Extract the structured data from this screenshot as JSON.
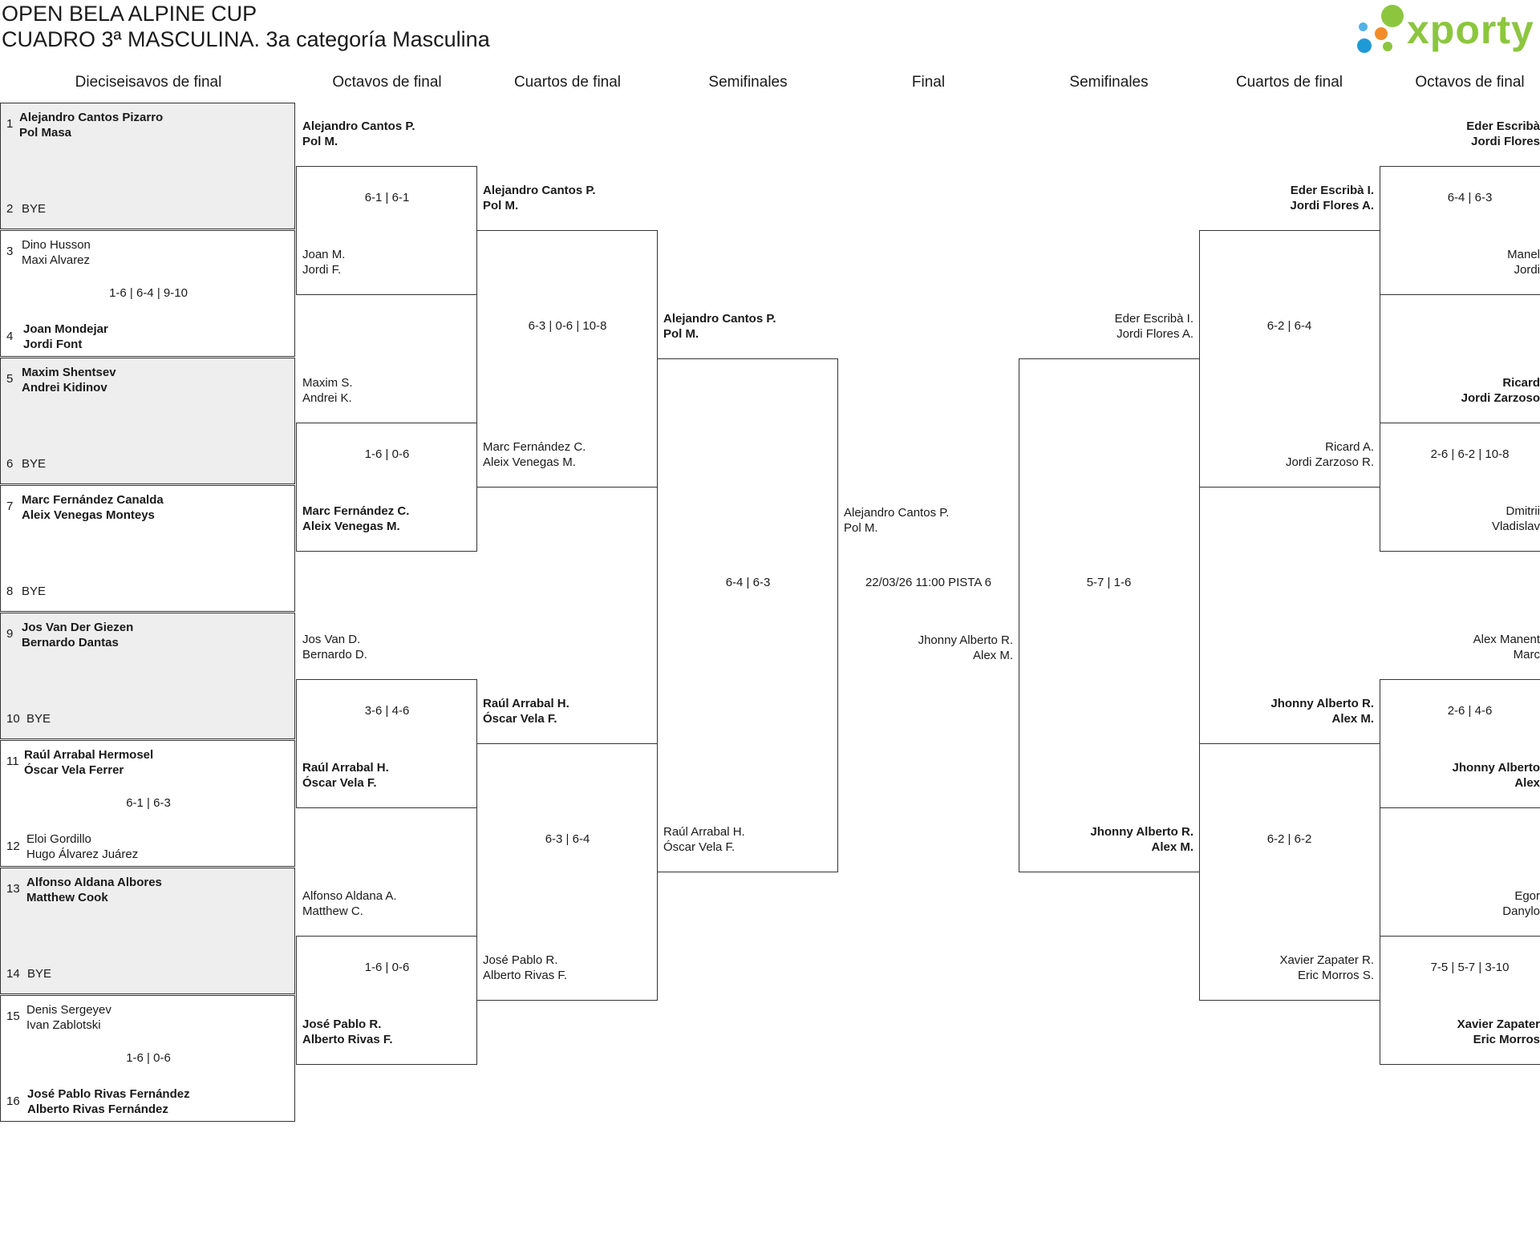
{
  "header": {
    "title_line1": "OPEN BELA ALPINE CUP",
    "title_line2": "CUADRO 3ª MASCULINA. 3a categoría Masculina",
    "logo_text": "xporty"
  },
  "columns": [
    "Dieciseisavos de final",
    "Octavos de final",
    "Cuartos de final",
    "Semifinales",
    "Final",
    "Semifinales",
    "Cuartos de final",
    "Octavos de final"
  ],
  "round1": [
    {
      "seed_a": "1",
      "team_a": [
        "Alejandro Cantos Pizarro",
        "Pol Masa"
      ],
      "seed_b": "2",
      "team_b": [
        "BYE",
        ""
      ],
      "score": ""
    },
    {
      "seed_a": "3",
      "team_a": [
        "Dino Husson",
        "Maxi Alvarez"
      ],
      "seed_b": "4",
      "team_b": [
        "Joan Mondejar",
        "Jordi Font"
      ],
      "score": "1-6 | 6-4 | 9-10"
    },
    {
      "seed_a": "5",
      "team_a": [
        "Maxim Shentsev",
        "Andrei Kidinov"
      ],
      "seed_b": "6",
      "team_b": [
        "BYE",
        ""
      ],
      "score": ""
    },
    {
      "seed_a": "7",
      "team_a": [
        "Marc Fernández Canalda",
        "Aleix Venegas Monteys"
      ],
      "seed_b": "8",
      "team_b": [
        "BYE",
        ""
      ],
      "score": ""
    },
    {
      "seed_a": "9",
      "team_a": [
        "Jos Van Der Giezen",
        "Bernardo Dantas"
      ],
      "seed_b": "10",
      "team_b": [
        "BYE",
        ""
      ],
      "score": ""
    },
    {
      "seed_a": "11",
      "team_a": [
        "Raúl Arrabal Hermosel",
        "Óscar Vela Ferrer"
      ],
      "seed_b": "12",
      "team_b": [
        "Eloi Gordillo",
        "Hugo Álvarez Juárez"
      ],
      "score": "6-1 | 6-3"
    },
    {
      "seed_a": "13",
      "team_a": [
        "Alfonso Aldana Albores",
        "Matthew Cook"
      ],
      "seed_b": "14",
      "team_b": [
        "BYE",
        ""
      ],
      "score": ""
    },
    {
      "seed_a": "15",
      "team_a": [
        "Denis Sergeyev",
        "Ivan Zablotski"
      ],
      "seed_b": "16",
      "team_b": [
        "José Pablo Rivas Fernández",
        "Alberto Rivas Fernández"
      ],
      "score": "1-6 | 0-6"
    }
  ],
  "left_octavos": [
    {
      "team_a": [
        "Alejandro Cantos P.",
        "Pol M."
      ],
      "team_b": [
        "Joan M.",
        "Jordi F."
      ],
      "score": "6-1 | 6-1"
    },
    {
      "team_a": [
        "Maxim S.",
        "Andrei K."
      ],
      "team_b": [
        "Marc Fernández C.",
        "Aleix Venegas M."
      ],
      "score": "1-6 | 0-6"
    },
    {
      "team_a": [
        "Jos Van D.",
        "Bernardo D."
      ],
      "team_b": [
        "Raúl Arrabal H.",
        "Óscar Vela F."
      ],
      "score": "3-6 | 4-6"
    },
    {
      "team_a": [
        "Alfonso Aldana A.",
        "Matthew C."
      ],
      "team_b": [
        "José Pablo R.",
        "Alberto Rivas F."
      ],
      "score": "1-6 | 0-6"
    }
  ],
  "left_cuartos": [
    {
      "team_a": [
        "Alejandro Cantos P.",
        "Pol M."
      ],
      "team_b": [
        "Marc Fernández C.",
        "Aleix Venegas M."
      ],
      "score": "6-3 | 0-6 | 10-8"
    },
    {
      "team_a": [
        "Raúl Arrabal H.",
        "Óscar Vela F."
      ],
      "team_b": [
        "José Pablo R.",
        "Alberto Rivas F."
      ],
      "score": "6-3 | 6-4"
    }
  ],
  "left_semi": {
    "team_a": [
      "Alejandro Cantos P.",
      "Pol M."
    ],
    "team_b": [
      "Raúl Arrabal H.",
      "Óscar Vela F."
    ],
    "score": "6-4 | 6-3"
  },
  "final": {
    "team_a": [
      "Alejandro Cantos P.",
      "Pol M."
    ],
    "team_b": [
      "Jhonny Alberto R.",
      "Alex M."
    ],
    "info": "22/03/26 11:00 PISTA 6"
  },
  "right_semi": {
    "team_a": [
      "Eder Escribà I.",
      "Jordi Flores A."
    ],
    "team_b": [
      "Jhonny Alberto R.",
      "Alex M."
    ],
    "score": "5-7 | 1-6"
  },
  "right_cuartos": [
    {
      "team_a": [
        "Eder Escribà I.",
        "Jordi Flores A."
      ],
      "team_b": [
        "Ricard A.",
        "Jordi Zarzoso R."
      ],
      "score": "6-2 | 6-4"
    },
    {
      "team_a": [
        "Jhonny Alberto R.",
        "Alex M."
      ],
      "team_b": [
        "Xavier Zapater R.",
        "Eric Morros S."
      ],
      "score": "6-2 | 6-2"
    }
  ],
  "right_octavos": [
    {
      "team_a": [
        "Eder Escribà",
        "Jordi Flores"
      ],
      "team_b": [
        "Manel",
        "Jordi"
      ],
      "score": "6-4 | 6-3"
    },
    {
      "team_a": [
        "Ricard",
        "Jordi Zarzoso"
      ],
      "team_b": [
        "Dmitrii",
        "Vladislav"
      ],
      "score": "2-6 | 6-2 | 10-8"
    },
    {
      "team_a": [
        "Alex Manent",
        "Marc"
      ],
      "team_b": [
        "Jhonny Alberto",
        "Alex"
      ],
      "score": "2-6 | 4-6"
    },
    {
      "team_a": [
        "Egor",
        "Danylo"
      ],
      "team_b": [
        "Xavier Zapater",
        "Eric Morros"
      ],
      "score": "7-5 | 5-7 | 3-10"
    }
  ]
}
